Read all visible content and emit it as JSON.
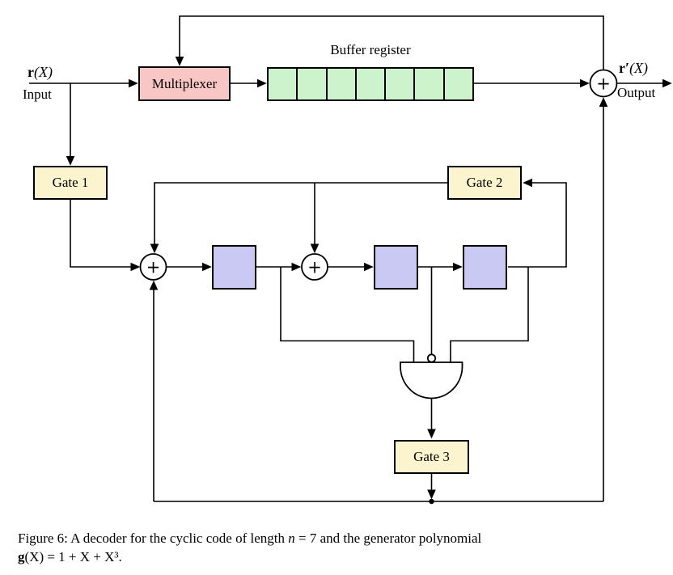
{
  "labels": {
    "input_signal_bold": "r",
    "input_signal_paren": "(X)",
    "input_sub": "Input",
    "output_signal_bold": "r′",
    "output_signal_paren": "(X)",
    "output_sub": "Output",
    "multiplexer": "Multiplexer",
    "buffer_register_title": "Buffer register",
    "gate1": "Gate 1",
    "gate2": "Gate 2",
    "gate3": "Gate 3",
    "adder_symbol": "+"
  },
  "structure": {
    "buffer_cell_count": 7,
    "shift_register_cell_count": 3,
    "adder_count": 3,
    "logic_gate": "and-gate-with-inverted-middle-input"
  },
  "caption": {
    "line1_a": "Figure 6: A decoder for the cyclic code of length ",
    "line1_var": "n",
    "line1_b": " = 7 and the generator polynomial",
    "line2_bold": "g",
    "line2_rest": "(X) = 1 + X + X³."
  },
  "colors": {
    "multiplexer_fill": "#f9c6c6",
    "buffer_cell_fill": "#cdf3cd",
    "gate_fill": "#fcf4cf",
    "shift_cell_fill": "#c9c9f3",
    "line": "#000000",
    "background": "#ffffff"
  }
}
